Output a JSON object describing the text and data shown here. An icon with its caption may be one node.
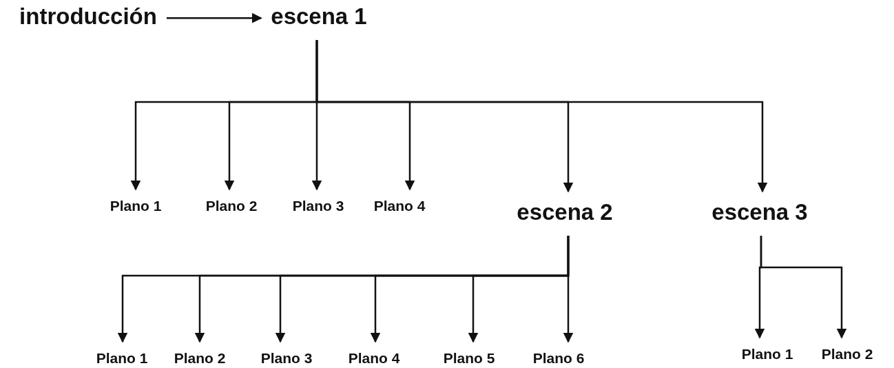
{
  "diagram": {
    "nodes": [
      {
        "text": [
          "introducción"
        ]
      },
      {
        "text": [
          "escena 1"
        ]
      },
      {
        "text": [
          "Plano 1"
        ]
      },
      {
        "text": [
          "Plano 2"
        ]
      },
      {
        "text": [
          "Plano 3"
        ]
      },
      {
        "text": [
          "Plano 4"
        ]
      },
      {
        "text": [
          "escena 2"
        ]
      },
      {
        "text": [
          "escena 3"
        ]
      },
      {
        "text": [
          "Plano 1"
        ]
      },
      {
        "text": [
          "Plano 2"
        ]
      },
      {
        "text": [
          "Plano 3"
        ]
      },
      {
        "text": [
          "Plano 4"
        ]
      },
      {
        "text": [
          "Plano 5"
        ]
      },
      {
        "text": [
          "Plano 6"
        ]
      },
      {
        "text": [
          "Plano 1"
        ]
      },
      {
        "text": [
          "Plano 2"
        ]
      }
    ],
    "edges": [
      {
        "from": 0,
        "to": 1,
        "arrow": "to"
      },
      {
        "from": 1,
        "to": 2,
        "arrow": "to"
      },
      {
        "from": 1,
        "to": 3,
        "arrow": "to"
      },
      {
        "from": 1,
        "to": 4,
        "arrow": "to"
      },
      {
        "from": 1,
        "to": 5,
        "arrow": "to"
      },
      {
        "from": 1,
        "to": 6,
        "arrow": "to"
      },
      {
        "from": 1,
        "to": 7,
        "arrow": "to"
      },
      {
        "from": 6,
        "to": 8,
        "arrow": "to"
      },
      {
        "from": 6,
        "to": 9,
        "arrow": "to"
      },
      {
        "from": 6,
        "to": 10,
        "arrow": "to"
      },
      {
        "from": 6,
        "to": 11,
        "arrow": "to"
      },
      {
        "from": 6,
        "to": 12,
        "arrow": "to"
      },
      {
        "from": 6,
        "to": 13,
        "arrow": "to"
      },
      {
        "from": 7,
        "to": 14,
        "arrow": "to"
      },
      {
        "from": 7,
        "to": 15,
        "arrow": "to"
      }
    ]
  }
}
